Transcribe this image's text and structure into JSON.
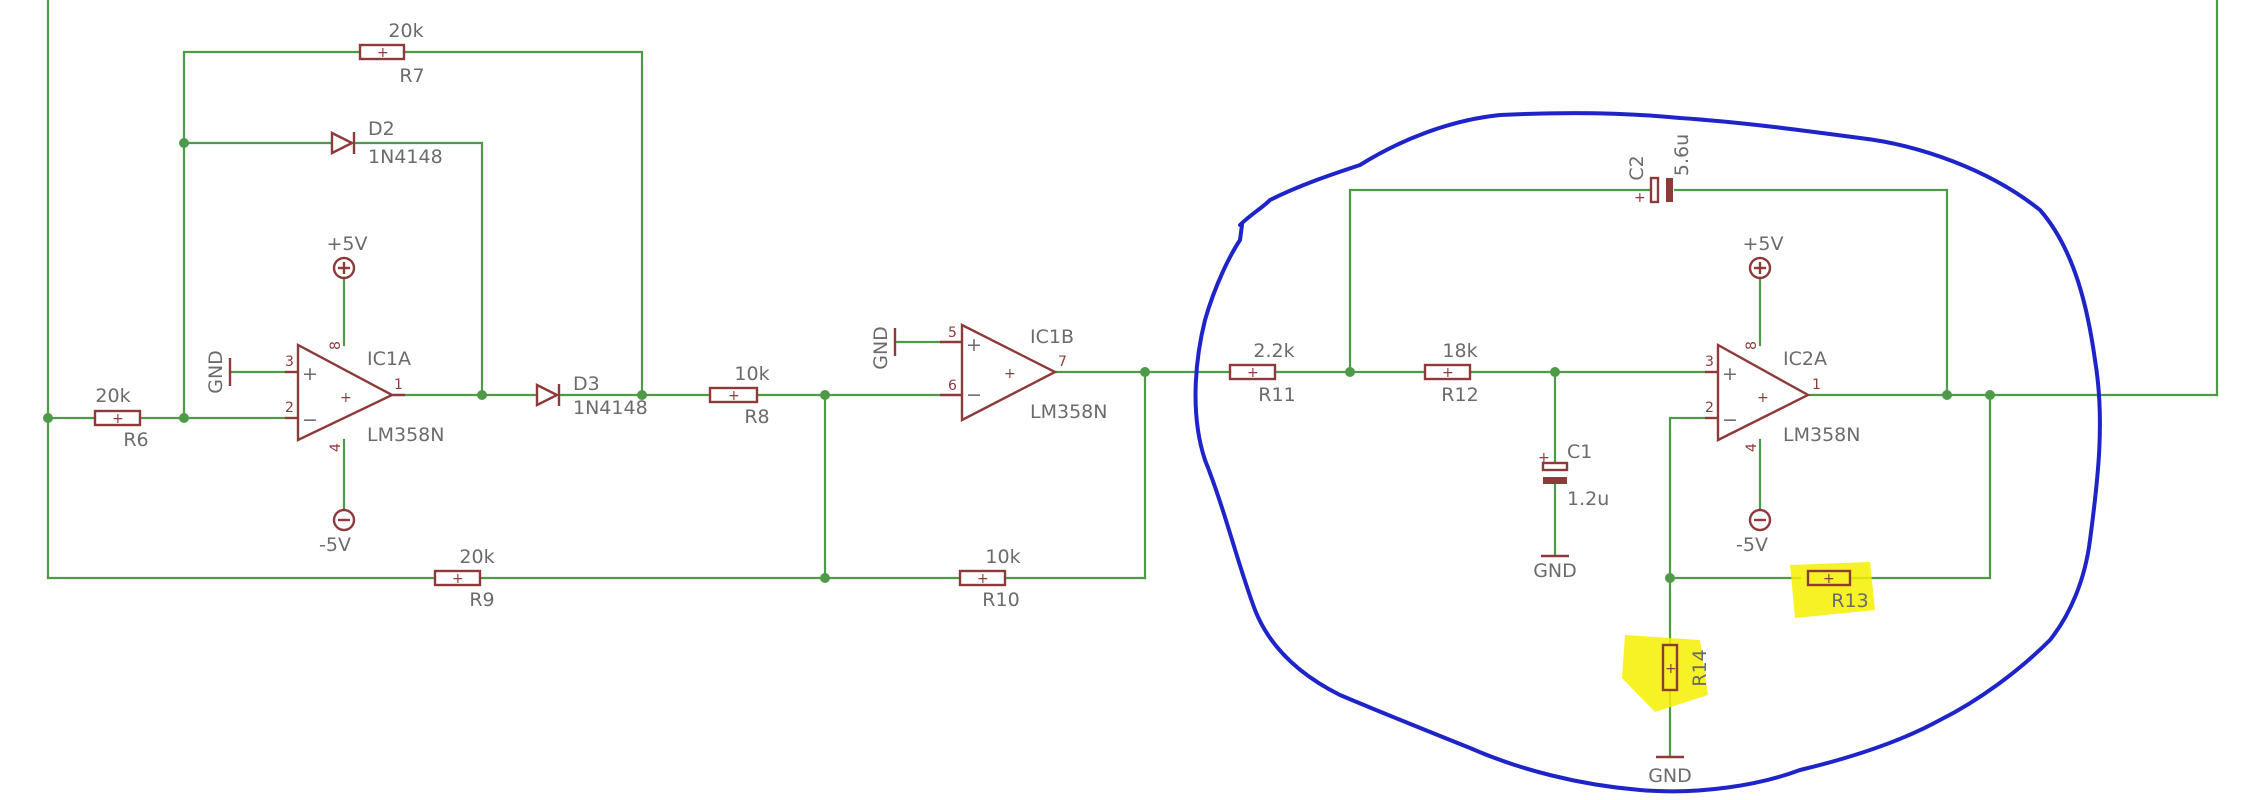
{
  "schematic": {
    "r6": {
      "name": "R6",
      "value": "20k"
    },
    "r7": {
      "name": "R7",
      "value": "20k"
    },
    "r8": {
      "name": "R8",
      "value": "10k"
    },
    "r9": {
      "name": "R9",
      "value": "20k"
    },
    "r10": {
      "name": "R10",
      "value": "10k"
    },
    "r11": {
      "name": "R11",
      "value": "2.2k"
    },
    "r12": {
      "name": "R12",
      "value": "18k"
    },
    "r13": {
      "name": "R13"
    },
    "r14": {
      "name": "R14"
    },
    "c1": {
      "name": "C1",
      "value": "1.2u"
    },
    "c2": {
      "name": "C2",
      "value": "5.6u"
    },
    "d2": {
      "name": "D2",
      "value": "1N4148"
    },
    "d3": {
      "name": "D3",
      "value": "1N4148"
    },
    "ic1a": {
      "name": "IC1A",
      "part": "LM358N",
      "pins": {
        "noninv": "3",
        "inv": "2",
        "out": "1",
        "vcc": "8",
        "vee": "4"
      }
    },
    "ic1b": {
      "name": "IC1B",
      "part": "LM358N",
      "pins": {
        "noninv": "5",
        "inv": "6",
        "out": "7"
      }
    },
    "ic2a": {
      "name": "IC2A",
      "part": "LM358N",
      "pins": {
        "noninv": "3",
        "inv": "2",
        "out": "1",
        "vcc": "8",
        "vee": "4"
      }
    },
    "supply": {
      "pos": "+5V",
      "neg": "-5V",
      "gnd": "GND"
    },
    "annotation": {
      "circle_color": "#1e24c8",
      "highlight_color": "#f5f000"
    }
  }
}
